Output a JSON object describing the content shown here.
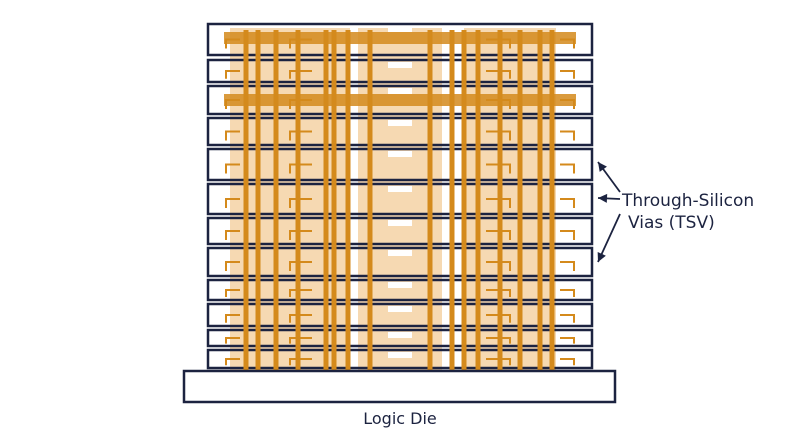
{
  "diagram": {
    "labels": {
      "tsv_line1": "Through-Silicon",
      "tsv_line2": "Vias (TSV)",
      "logic_die": "Logic Die"
    },
    "layer_count": 12,
    "colors": {
      "outline": "#1c2340",
      "via": "#d48a1c",
      "fill": "#f6d9b2",
      "background": "#ffffff"
    }
  }
}
